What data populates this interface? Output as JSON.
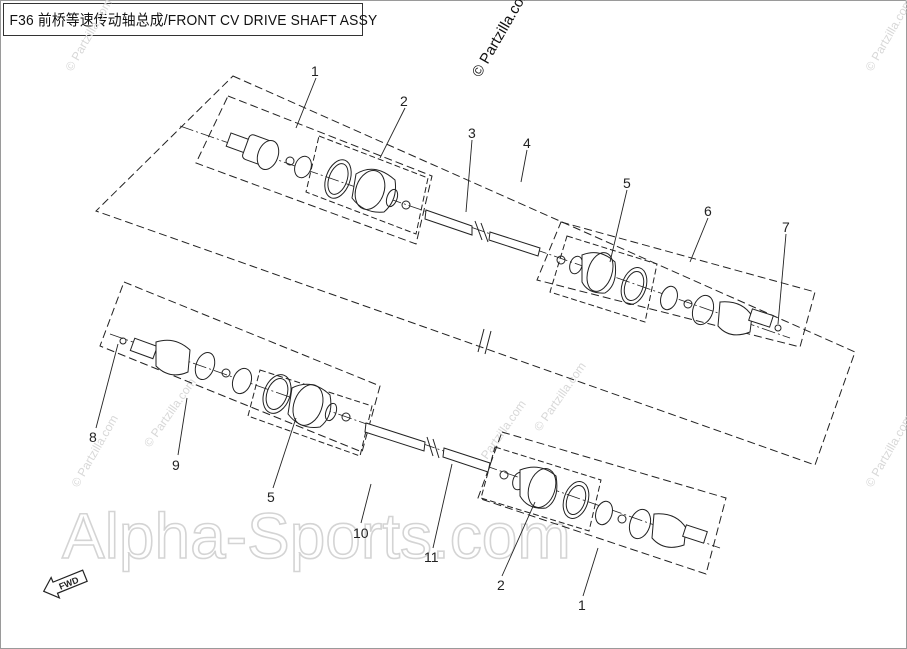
{
  "title": "F36 前桥等速传动轴总成/FRONT CV DRIVE SHAFT ASSY",
  "watermark_main": "Alpha-Sports.com",
  "watermark_partzilla": "© Partzilla.com",
  "fwd_label": "FWD",
  "callouts": {
    "c1_top": "1",
    "c2_top": "2",
    "c3": "3",
    "c4": "4",
    "c5_top": "5",
    "c6": "6",
    "c7": "7",
    "c8": "8",
    "c9": "9",
    "c5_bottom": "5",
    "c10": "10",
    "c11": "11",
    "c2_bottom": "2",
    "c1_bottom": "1"
  },
  "colors": {
    "line": "#222222",
    "watermark": "#d4d4d4",
    "frame": "#9a9a9a"
  }
}
